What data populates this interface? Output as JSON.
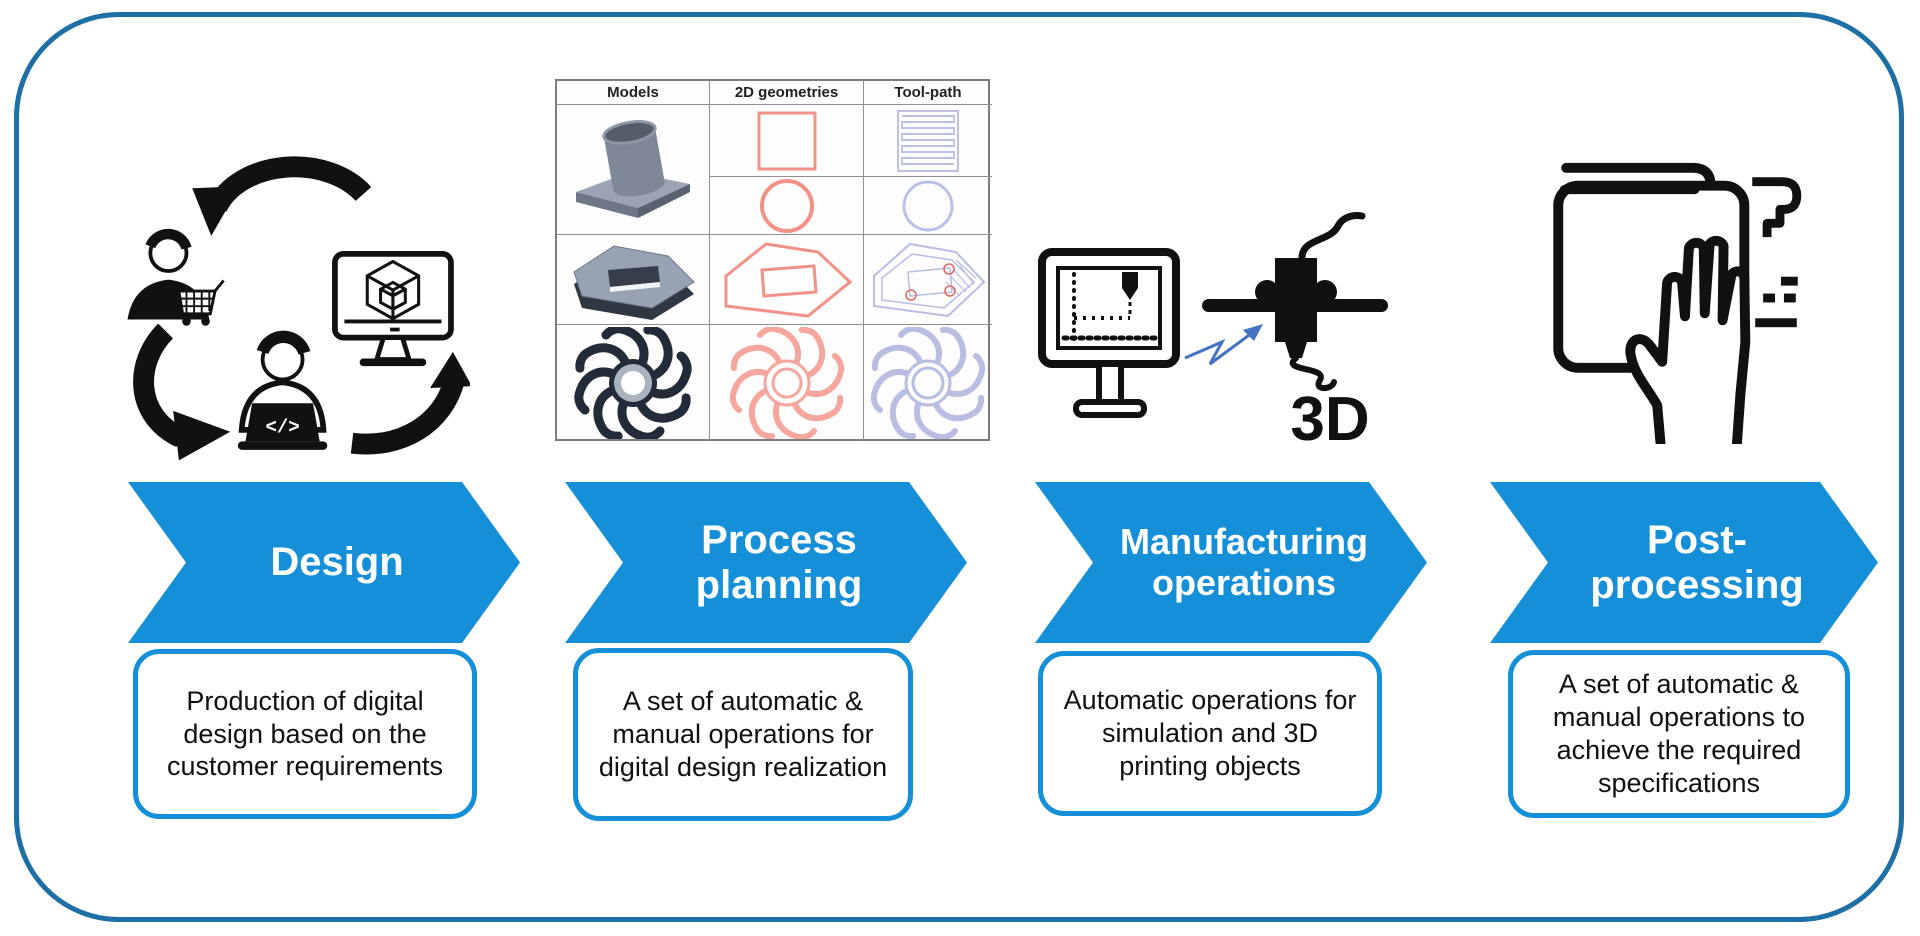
{
  "figure": {
    "type": "additive-manufacturing-process-flow",
    "stage_count": 4
  },
  "colors": {
    "arrow_fill": "#1590d8",
    "arrow_text": "#ffffff",
    "box_border": "#1590d8",
    "frame_border": "#1e6fa6",
    "icon_ink": "#111111",
    "geometry_outline": "#f29287",
    "toolpath_outline": "#b9bde1",
    "marker_red": "#e06a6a",
    "link_arrow_blue": "#4472c4",
    "model_gray": "#97a2b2",
    "table_grid": "#909090"
  },
  "stages": [
    {
      "arrow_label": "Design",
      "description": "Production of digital design based on the customer requirements",
      "icon": "design-collaboration-cycle"
    },
    {
      "arrow_label": "Process planning",
      "description": "A set of automatic & manual operations for digital design realization",
      "icon": "models-geometries-toolpath-table"
    },
    {
      "arrow_label": "Manufacturing operations",
      "description": "Automatic operations for simulation and 3D printing objects",
      "icon": "simulation-and-3d-printing"
    },
    {
      "arrow_label": "Post-processing",
      "description": "A set of automatic & manual operations to achieve the required specifications",
      "icon": "surface-finishing-hand"
    }
  ],
  "process_table": {
    "headers": [
      "Models",
      "2D geometries",
      "Tool-path"
    ],
    "rows": [
      {
        "model": "cylinder-on-plate",
        "geometries": [
          "square",
          "circle"
        ],
        "toolpaths": [
          "serpentine-filled-square",
          "circle-contour"
        ]
      },
      {
        "model": "pentagon-plate-with-slot",
        "geometries": [
          "pentagon-with-inner-rectangle"
        ],
        "toolpaths": [
          "contour-hatched-pentagon-with-hole-markers"
        ]
      },
      {
        "model": "eight-blade-impeller",
        "geometries": [
          "impeller-outline"
        ],
        "toolpaths": [
          "impeller-contour"
        ]
      }
    ]
  },
  "design_icon": {
    "code_glyph": "</>"
  },
  "manufacturing_icon": {
    "caption": "3D"
  }
}
